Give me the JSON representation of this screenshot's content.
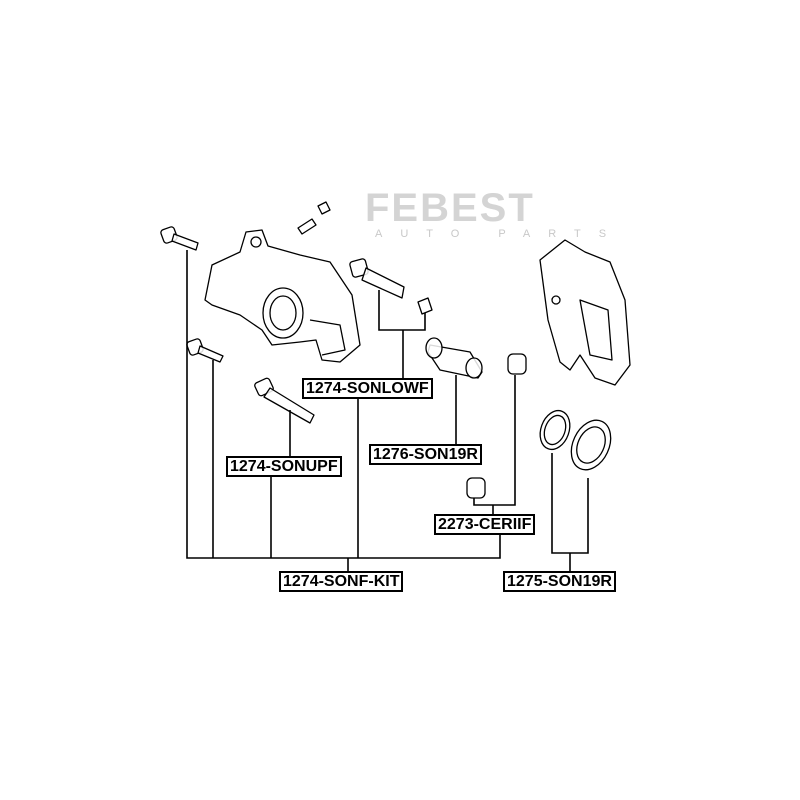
{
  "watermark": {
    "brand": "FEBEST",
    "tagline": "AUTO PARTS"
  },
  "labels": {
    "sonlowf": "1274-SONLOWF",
    "son19r_bush": "1276-SON19R",
    "sonupf": "1274-SONUPF",
    "ceriif": "2273-CERIIF",
    "kit": "1274-SONF-KIT",
    "repair_kit": "1275-SON19R"
  }
}
